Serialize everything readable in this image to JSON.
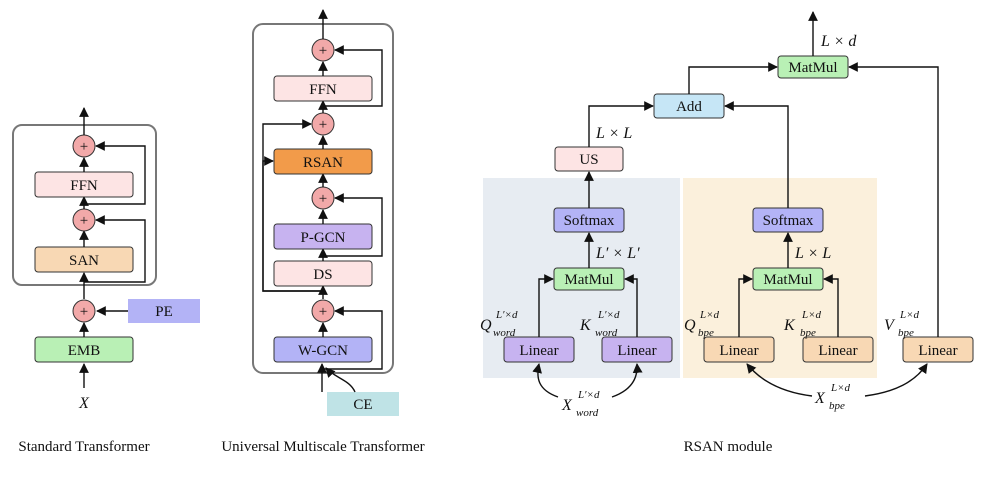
{
  "captions": {
    "standard": "Standard Transformer",
    "universal": "Universal Multiscale Transformer",
    "rsan_module": "RSAN module"
  },
  "standard": {
    "input": "X",
    "emb": "EMB",
    "pe": "PE",
    "san": "SAN",
    "ffn": "FFN",
    "plus": "+"
  },
  "universal": {
    "ce": "CE",
    "wgcn": "W-GCN",
    "ds": "DS",
    "pgcn": "P-GCN",
    "rsan": "RSAN",
    "ffn": "FFN",
    "plus": "+"
  },
  "rsan": {
    "linear": "Linear",
    "matmul": "MatMul",
    "softmax": "Softmax",
    "us": "US",
    "add": "Add",
    "labels": {
      "q": "Q",
      "k": "K",
      "v": "V",
      "x": "X",
      "word": "word",
      "bpe": "bpe",
      "sup_word": "L′×d",
      "sup_bpe": "L×d",
      "lp_lp": "L′ × L′",
      "l_l": "L × L",
      "l_l_us": "L × L",
      "l_d": "L × d"
    }
  },
  "colors": {
    "green": "#b9f0b5",
    "orange_light": "#f8d8b4",
    "orange_dark": "#f29b4a",
    "pink": "#fde4e4",
    "purple": "#c7b3f0",
    "blue_soft": "#b3b3f6",
    "cyan": "#bfe3e6",
    "add_blue": "#c6e6f6",
    "plus": "#f2a9a9",
    "region_left": "#e7ecf2",
    "region_right": "#fbf0dc"
  }
}
